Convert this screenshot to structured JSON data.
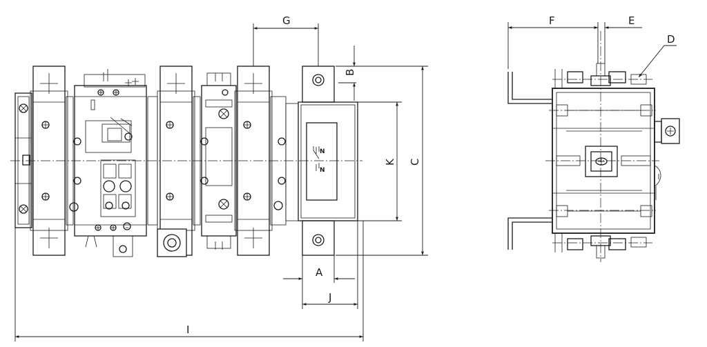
{
  "dimension_labels": {
    "A": "A",
    "B": "B",
    "C": "C",
    "D": "D",
    "E": "E",
    "F": "F",
    "G": "G",
    "I": "I",
    "J": "J",
    "K": "K"
  },
  "neutral_mark": {
    "top": "N",
    "bottom": "N"
  }
}
